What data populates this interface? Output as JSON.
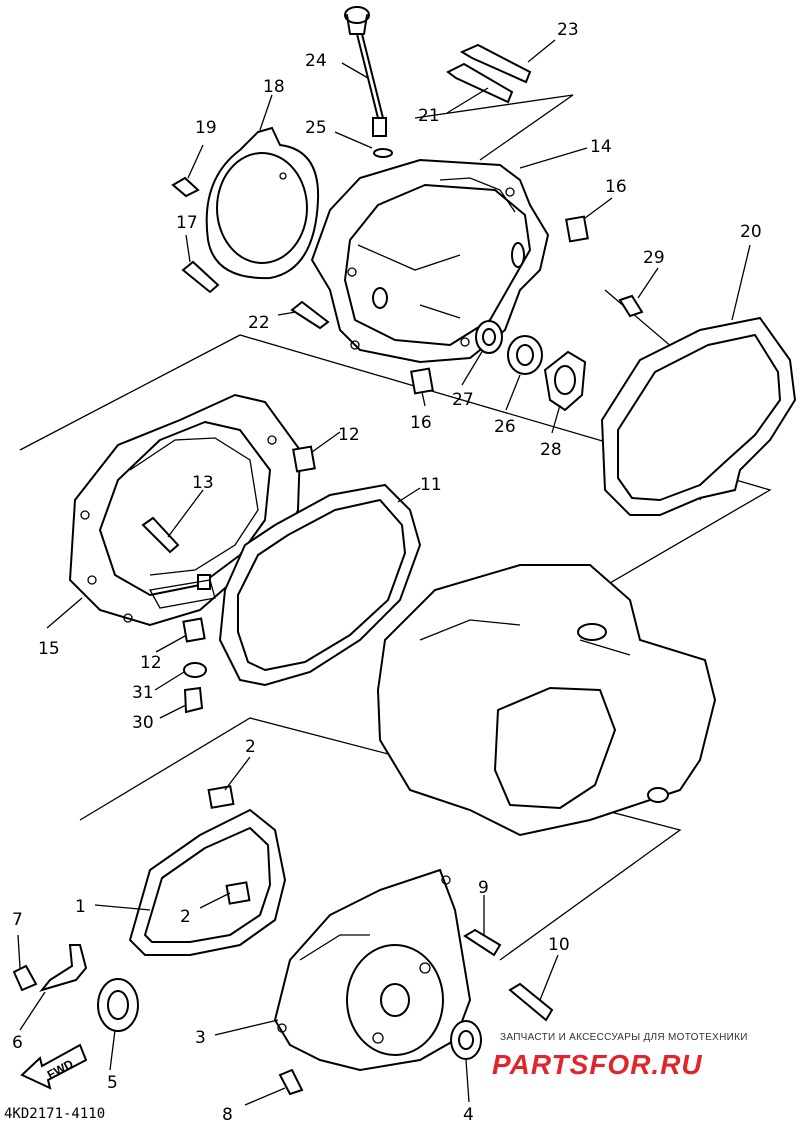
{
  "diagram": {
    "callouts": [
      {
        "id": "1",
        "text": "1"
      },
      {
        "id": "2a",
        "text": "2"
      },
      {
        "id": "2b",
        "text": "2"
      },
      {
        "id": "3",
        "text": "3"
      },
      {
        "id": "4",
        "text": "4"
      },
      {
        "id": "5",
        "text": "5"
      },
      {
        "id": "6",
        "text": "6"
      },
      {
        "id": "7",
        "text": "7"
      },
      {
        "id": "8",
        "text": "8"
      },
      {
        "id": "9",
        "text": "9"
      },
      {
        "id": "10",
        "text": "10"
      },
      {
        "id": "11",
        "text": "11"
      },
      {
        "id": "12a",
        "text": "12"
      },
      {
        "id": "12b",
        "text": "12"
      },
      {
        "id": "13",
        "text": "13"
      },
      {
        "id": "14",
        "text": "14"
      },
      {
        "id": "15",
        "text": "15"
      },
      {
        "id": "16a",
        "text": "16"
      },
      {
        "id": "16b",
        "text": "16"
      },
      {
        "id": "17",
        "text": "17"
      },
      {
        "id": "18",
        "text": "18"
      },
      {
        "id": "19",
        "text": "19"
      },
      {
        "id": "20",
        "text": "20"
      },
      {
        "id": "21",
        "text": "21"
      },
      {
        "id": "22",
        "text": "22"
      },
      {
        "id": "23",
        "text": "23"
      },
      {
        "id": "24",
        "text": "24"
      },
      {
        "id": "25",
        "text": "25"
      },
      {
        "id": "26",
        "text": "26"
      },
      {
        "id": "27",
        "text": "27"
      },
      {
        "id": "28",
        "text": "28"
      },
      {
        "id": "29",
        "text": "29"
      },
      {
        "id": "30",
        "text": "30"
      },
      {
        "id": "31",
        "text": "31"
      }
    ],
    "fwd_label": "FWD",
    "drawing_code": "4KD2171-4110"
  },
  "watermark": {
    "tagline": "ЗАПЧАСТИ И АКСЕССУАРЫ ДЛЯ МОТОТЕХНИКИ",
    "brand": "PARTSFOR.RU",
    "brand_color": "#e0262b"
  }
}
